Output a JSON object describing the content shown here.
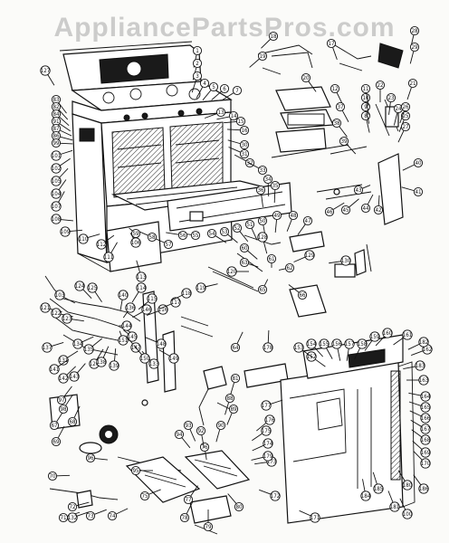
{
  "watermark": "AppliancePartsPros.com",
  "callouts": [
    {
      "t": "28"
    },
    {
      "t": "29"
    },
    {
      "t": "127"
    },
    {
      "t": "83"
    },
    {
      "t": "82"
    },
    {
      "t": "84"
    },
    {
      "t": "91"
    },
    {
      "t": "87"
    },
    {
      "t": "86"
    },
    {
      "t": "99"
    },
    {
      "t": "101"
    },
    {
      "t": "102"
    },
    {
      "t": "105"
    },
    {
      "t": "104"
    },
    {
      "t": "107"
    },
    {
      "t": "108"
    },
    {
      "t": "109"
    },
    {
      "t": "110"
    },
    {
      "t": "112"
    },
    {
      "t": "1"
    },
    {
      "t": "2"
    },
    {
      "t": "3"
    },
    {
      "t": "4"
    },
    {
      "t": "5"
    },
    {
      "t": "6"
    },
    {
      "t": "7"
    },
    {
      "t": "8"
    },
    {
      "t": "9"
    },
    {
      "t": "10"
    },
    {
      "t": "11"
    },
    {
      "t": "12"
    },
    {
      "t": "13"
    },
    {
      "t": "14"
    },
    {
      "t": "15"
    },
    {
      "t": "16"
    },
    {
      "t": "17"
    },
    {
      "t": "18"
    },
    {
      "t": "19"
    },
    {
      "t": "20"
    },
    {
      "t": "21"
    },
    {
      "t": "22"
    },
    {
      "t": "23"
    },
    {
      "t": "24"
    },
    {
      "t": "25"
    },
    {
      "t": "26"
    },
    {
      "t": "27"
    },
    {
      "t": "30"
    },
    {
      "t": "31"
    },
    {
      "t": "32"
    },
    {
      "t": "33"
    },
    {
      "t": "34"
    },
    {
      "t": "35"
    },
    {
      "t": "36"
    },
    {
      "t": "37"
    },
    {
      "t": "38"
    },
    {
      "t": "39"
    },
    {
      "t": "40"
    },
    {
      "t": "41"
    },
    {
      "t": "42"
    },
    {
      "t": "43"
    },
    {
      "t": "44"
    },
    {
      "t": "45"
    },
    {
      "t": "46"
    },
    {
      "t": "47"
    },
    {
      "t": "48"
    },
    {
      "t": "49"
    },
    {
      "t": "50"
    },
    {
      "t": "51"
    },
    {
      "t": "52"
    },
    {
      "t": "53"
    },
    {
      "t": "54"
    },
    {
      "t": "55"
    },
    {
      "t": "56"
    },
    {
      "t": "57"
    },
    {
      "t": "58"
    },
    {
      "t": "59"
    },
    {
      "t": "60"
    },
    {
      "t": "61"
    },
    {
      "t": "62"
    },
    {
      "t": "63"
    },
    {
      "t": "64"
    },
    {
      "t": "65"
    },
    {
      "t": "66"
    },
    {
      "t": "67"
    },
    {
      "t": "68"
    },
    {
      "t": "69"
    },
    {
      "t": "70"
    },
    {
      "t": "71"
    },
    {
      "t": "72"
    },
    {
      "t": "73"
    },
    {
      "t": "74"
    },
    {
      "t": "75"
    },
    {
      "t": "76"
    },
    {
      "t": "77"
    },
    {
      "t": "78"
    },
    {
      "t": "79"
    },
    {
      "t": "80"
    },
    {
      "t": "81"
    },
    {
      "t": "88"
    },
    {
      "t": "89"
    },
    {
      "t": "90"
    },
    {
      "t": "92"
    },
    {
      "t": "93"
    },
    {
      "t": "94"
    },
    {
      "t": "95"
    },
    {
      "t": "96"
    },
    {
      "t": "97"
    },
    {
      "t": "98"
    },
    {
      "t": "100"
    },
    {
      "t": "103"
    },
    {
      "t": "106"
    },
    {
      "t": "111"
    },
    {
      "t": "113"
    },
    {
      "t": "114"
    },
    {
      "t": "115"
    },
    {
      "t": "116"
    },
    {
      "t": "117"
    },
    {
      "t": "118"
    },
    {
      "t": "119"
    },
    {
      "t": "120"
    },
    {
      "t": "121"
    },
    {
      "t": "122"
    },
    {
      "t": "123"
    },
    {
      "t": "124"
    },
    {
      "t": "125"
    },
    {
      "t": "126"
    },
    {
      "t": "128"
    },
    {
      "t": "129"
    },
    {
      "t": "130"
    },
    {
      "t": "131"
    },
    {
      "t": "132"
    },
    {
      "t": "133"
    },
    {
      "t": "134"
    },
    {
      "t": "135"
    },
    {
      "t": "136"
    },
    {
      "t": "137"
    },
    {
      "t": "138"
    },
    {
      "t": "139"
    },
    {
      "t": "140"
    },
    {
      "t": "141"
    },
    {
      "t": "142"
    },
    {
      "t": "143"
    },
    {
      "t": "144"
    },
    {
      "t": "145"
    },
    {
      "t": "146"
    },
    {
      "t": "147"
    },
    {
      "t": "148"
    },
    {
      "t": "149"
    },
    {
      "t": "150"
    },
    {
      "t": "151"
    },
    {
      "t": "152"
    },
    {
      "t": "153"
    },
    {
      "t": "154"
    },
    {
      "t": "155"
    },
    {
      "t": "156"
    },
    {
      "t": "157"
    },
    {
      "t": "158"
    },
    {
      "t": "159"
    },
    {
      "t": "160"
    },
    {
      "t": "161"
    },
    {
      "t": "162"
    },
    {
      "t": "163"
    },
    {
      "t": "164"
    },
    {
      "t": "165"
    },
    {
      "t": "166"
    },
    {
      "t": "167"
    },
    {
      "t": "168"
    },
    {
      "t": "169"
    },
    {
      "t": "170"
    },
    {
      "t": "171"
    },
    {
      "t": "172"
    },
    {
      "t": "173"
    },
    {
      "t": "174"
    },
    {
      "t": "175"
    },
    {
      "t": "176"
    },
    {
      "t": "177"
    },
    {
      "t": "178"
    },
    {
      "t": "179"
    },
    {
      "t": "180"
    },
    {
      "t": "181"
    },
    {
      "t": "182"
    },
    {
      "t": "183"
    },
    {
      "t": "184"
    },
    {
      "t": "185"
    },
    {
      "t": "186"
    }
  ]
}
